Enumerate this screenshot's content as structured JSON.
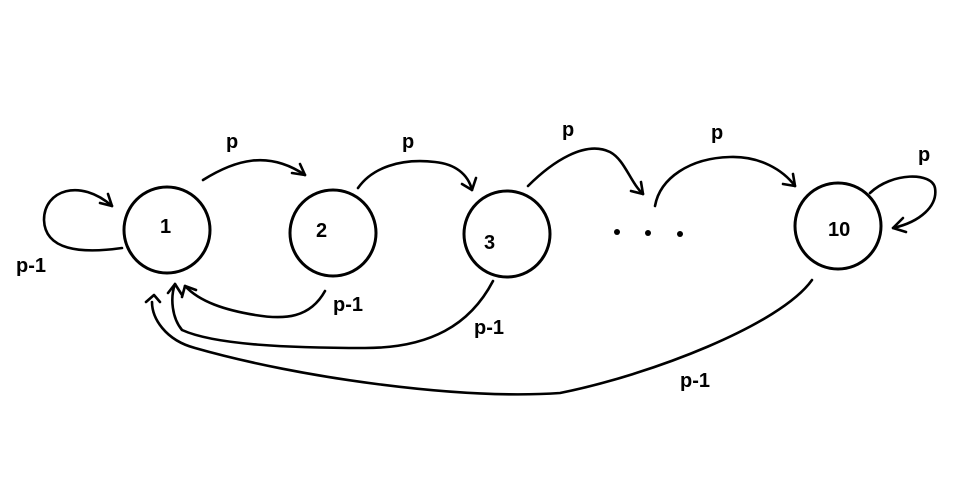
{
  "diagram": {
    "states": [
      {
        "id": "s1",
        "label": "1"
      },
      {
        "id": "s2",
        "label": "2"
      },
      {
        "id": "s3",
        "label": "3"
      },
      {
        "id": "s10",
        "label": "10"
      }
    ],
    "ellipsis": "...",
    "transitions": [
      {
        "id": "self-1",
        "from": "1",
        "to": "1",
        "label": "p-1"
      },
      {
        "id": "1-2",
        "from": "1",
        "to": "2",
        "label": "p"
      },
      {
        "id": "2-3",
        "from": "2",
        "to": "3",
        "label": "p"
      },
      {
        "id": "3-dots",
        "from": "3",
        "to": "...",
        "label": "p"
      },
      {
        "id": "dots-10",
        "from": "...",
        "to": "10",
        "label": "p"
      },
      {
        "id": "self-10",
        "from": "10",
        "to": "10",
        "label": "p"
      },
      {
        "id": "2-1",
        "from": "2",
        "to": "1",
        "label": "p-1"
      },
      {
        "id": "3-1",
        "from": "3",
        "to": "1",
        "label": "p-1"
      },
      {
        "id": "10-1",
        "from": "10",
        "to": "1",
        "label": "p-1"
      }
    ]
  }
}
